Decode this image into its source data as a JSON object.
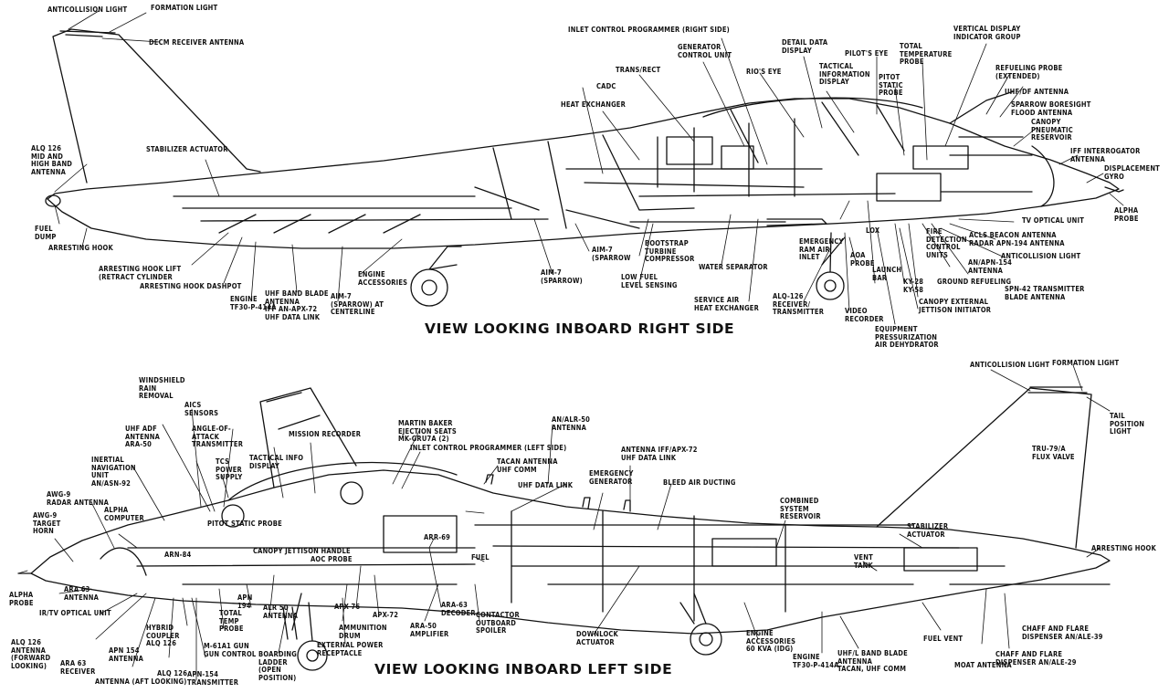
{
  "titles": {
    "right": "VIEW LOOKING INBOARD RIGHT SIDE",
    "left": "VIEW LOOKING INBOARD LEFT SIDE"
  },
  "right_labels": [
    "ANTICOLLISION LIGHT",
    "FORMATION LIGHT",
    "DECM RECEIVER ANTENNA",
    "ALQ 126\nMID AND\nHIGH BAND\nANTENNA",
    "STABILIZER ACTUATOR",
    "FUEL\nDUMP",
    "ARRESTING HOOK",
    "ARRESTING HOOK LIFT\n(RETRACT CYLINDER",
    "ARRESTING HOOK DASHPOT",
    "ENGINE\nTF30-P-414A",
    "UHF BAND BLADE\nANTENNA\nIFF AN-APX-72\nUHF DATA LINK",
    "AIM-7\n(SPARROW) AT\nCENTERLINE",
    "ENGINE\nACCESSORIES",
    "AIM-7\n(SPARROW)",
    "AIM-7\n(SPARROW",
    "BOOTSTRAP\nTURBINE\nCOMPRESSOR",
    "LOW FUEL\nLEVEL SENSING",
    "WATER SEPARATOR",
    "SERVICE AIR\nHEAT EXCHANGER",
    "HEAT EXCHANGER",
    "CADC",
    "TRANS/RECT",
    "INLET CONTROL PROGRAMMER (RIGHT SIDE)",
    "GENERATOR\nCONTROL UNIT",
    "RIO'S EYE",
    "DETAIL DATA\nDISPLAY",
    "TACTICAL\nINFORMATION\nDISPLAY",
    "PILOT'S EYE",
    "PITOT\nSTATIC\nPROBE",
    "TOTAL\nTEMPERATURE\nPROBE",
    "VERTICAL DISPLAY\nINDICATOR GROUP",
    "REFUELING PROBE\n(EXTENDED)",
    "UHF/DF ANTENNA",
    "SPARROW BORESIGHT\nFLOOD ANTENNA",
    "CANOPY\nPNEUMATIC\nRESERVOIR",
    "IFF INTERROGATOR\nANTENNA",
    "DISPLACEMENT\nGYRO",
    "ALPHA\nPROBE",
    "TV OPTICAL UNIT",
    "ACLS BEACON ANTENNA\nRADAR APN-194 ANTENNA",
    "ANTICOLLISION LIGHT",
    "FIRE\nDETECTION\nCONTROL\nUNITS",
    "AN/APN-154\nANTENNA",
    "GROUND REFUELING",
    "SPN-42 TRANSMITTER\nBLADE ANTENNA",
    "CANOPY EXTERNAL\nJETTISON INITIATOR",
    "KY-28\nKY-58",
    "LOX",
    "EMERGENCY\nRAM AIR\nINLET",
    "AOA\nPROBE",
    "LAUNCH\nBAR",
    "ALQ-126\nRECEIVER/\nTRANSMITTER",
    "VIDEO\nRECORDER",
    "EQUIPMENT\nPRESSURIZATION\nAIR DEHYDRATOR"
  ],
  "left_labels": [
    "WINDSHIELD\nRAIN\nREMOVAL",
    "AICS\nSENSORS",
    "UHF ADF\nANTENNA\nARA-50",
    "ANGLE-OF-\nATTACK\nTRANSMITTER",
    "INERTIAL\nNAVIGATION\nUNIT\nAN/ASN-92",
    "TCS\nPOWER\nSUPPLY",
    "MISSION RECORDER",
    "TACTICAL INFO\nDISPLAY",
    "AWG-9\nRADAR ANTENNA",
    "ALPHA\nCOMPUTER",
    "AWG-9\nTARGET\nHORN",
    "PITOT STATIC PROBE",
    "ARN-84",
    "CANOPY JETTISON HANDLE",
    "AOC PROBE",
    "ALPHA\nPROBE",
    "ARA 63\nANTENNA",
    "IR/TV OPTICAL UNIT",
    "ALQ 126\nANTENNA\n(FORWARD\nLOOKING)",
    "ARA 63\nRECEIVER",
    "HYBRID\nCOUPLER\nALQ 126",
    "APN 154\nANTENNA",
    "ANTENNA (AFT LOOKING)",
    "ALQ 126",
    "APN-154\nTRANSMITTER",
    "M-61A1 GUN\nGUN CONTROL",
    "TOTAL\nTEMP\nPROBE",
    "APN\n194",
    "ALR 50\nANTENNA",
    "BOARDING\nLADDER\n(OPEN\nPOSITION)",
    "AMMUNITION\nDRUM",
    "EXTERNAL POWER\nRECEPTACLE",
    "APX 76",
    "APX-72",
    "ARA-50\nAMPLIFIER",
    "ARA-63\nDECODER",
    "CONTACTOR\nOUTBOARD\nSPOILER",
    "MARTIN BAKER\nEJECTION SEATS\nMK-GRU7A (2)",
    "INLET CONTROL PROGRAMMER (LEFT SIDE)",
    "AN/ALR-50\nANTENNA",
    "TACAN ANTENNA\nUHF COMM",
    "UHF DATA LINK",
    "ANTENNA IFF/APX-72\nUHF DATA LINK",
    "EMERGENCY\nGENERATOR",
    "BLEED AIR DUCTING",
    "ARR-69",
    "FUEL",
    "DOWNLOCK\nACTUATOR",
    "COMBINED\nSYSTEM\nRESERVOIR",
    "STABILIZER\nACTUATOR",
    "VENT\nTANK",
    "ENGINE\nACCESSORIES\n60 KVA (IDG)",
    "ENGINE\nTF30-P-414A",
    "UHF/L BAND BLADE\nANTENNA\nTACAN, UHF COMM",
    "FUEL VENT",
    "MOAT ANTENNA",
    "CHAFF AND FLARE\nDISPENSER AN/ALE-39",
    "CHAFF AND FLARE\nDISPENSER AN/ALE-29",
    "ARRESTING HOOK",
    "ANTICOLLISION LIGHT",
    "FORMATION LIGHT",
    "TAIL\nPOSITION\nLIGHT",
    "TRU-79/A\nFLUX VALVE"
  ]
}
